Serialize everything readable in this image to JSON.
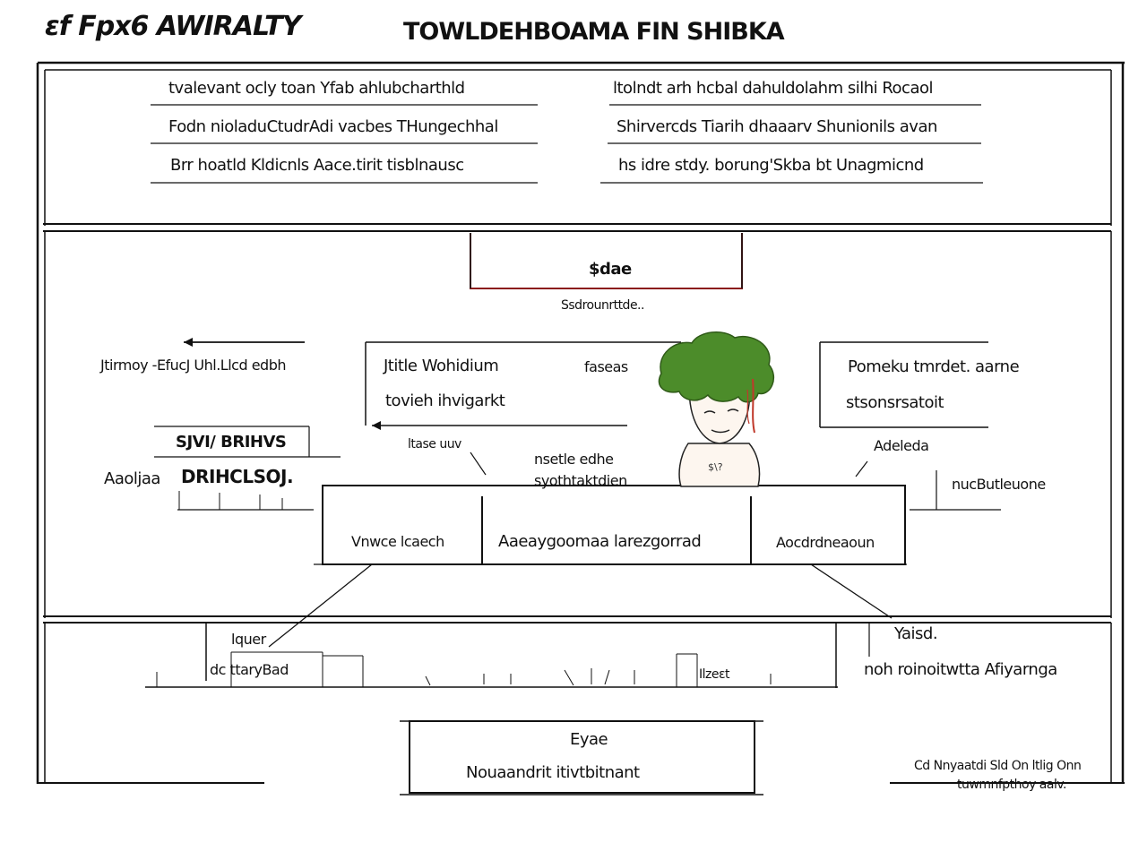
{
  "header": {
    "left_title": "ɛf Fpx6 AWIRALTY",
    "center_title": "TOWLDEHBOAMA FIN SHIBKA"
  },
  "top_panel": {
    "left_lines": [
      "tvalevant ocly toan Yfab ahlubcharthld",
      "Fodn nioladuCtudrAdi vacbes THungechhal",
      "Brr hoatld Kldicnls Aace.tirit tisblnausc"
    ],
    "right_lines": [
      "ltolndt arh hcbal dahuldolahm silhi Rocaol",
      "Shirvercds Tiarih dhaaarv Shunionils avan",
      "hs idre stdy. borung'Skba bt Unagmicnd"
    ]
  },
  "middle_panel": {
    "top_box_label": "$dae",
    "top_caption": "Ssdrounrttde..",
    "left_arrow_label": "Jtirmoy -EfucJ Uhl.Llcd edbh",
    "left_box_line1": "Jtitle Wohidium",
    "left_box_line2": "tovieh ihvigarkt",
    "left_box_side": "faseas",
    "right_box_line1": "Pomeku tmrdet. aarne",
    "right_box_line2": "stsonsrsatoit",
    "stamp_top": "SJVI/ BRIHVS",
    "stamp_left": "Aaoljaa",
    "stamp_main": "DRIHCLSOJ.",
    "pointer_left": "ltase uuv",
    "pointer_center_line1": "nsetle edhe",
    "pointer_center_line2": "syothtaktdien",
    "pointer_right": "Adeleda",
    "far_right_label": "nucButleuone",
    "segments": [
      "Vnwce lcaech",
      "Aaeaygoomaa larezgorrad",
      "Aocdrdneaoun"
    ]
  },
  "bottom_panel": {
    "inner_label1": "lquer",
    "inner_label2": "dc ttaryBad",
    "timeline_label": "Ilzeɛt",
    "right_label1": "Yaisd.",
    "right_label2": "noh roinoitwtta Afiyarnga",
    "box_line1": "Eyae",
    "box_line2": "Nouaandrit itivtbitnant",
    "footer_line1": "Cd Nnyaatdi Sld On ltlig Onn",
    "footer_line2": "tuwmnfpthoy aalv."
  },
  "colors": {
    "line": "#111111",
    "accent_red": "#8b1c1c",
    "hair_green": "#4c8c2a",
    "skin": "#fdf6ef"
  },
  "icons": [
    "character-illustration",
    "arrow-left-icon"
  ]
}
